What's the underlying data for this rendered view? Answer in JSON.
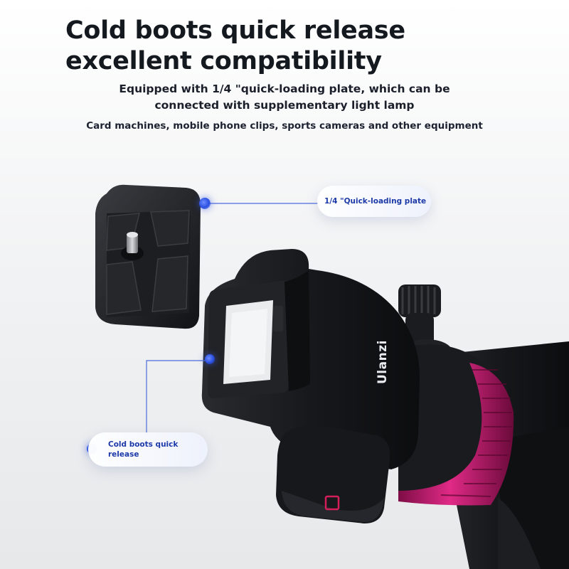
{
  "title": "Cold boots quick release excellent compatibility",
  "subtitle": {
    "line1": "Equipped with 1/4 \"quick-loading plate, which can be",
    "line2": "connected with supplementary light lamp"
  },
  "subline": "Card machines, mobile phone clips, sports cameras and other equipment",
  "callouts": {
    "plate": "1/4 \"Quick-loading plate",
    "coldshoe": "Cold boots quick release"
  },
  "brand": "Ulanzi",
  "colors": {
    "accent_blue": "#2a4fe0",
    "label_blue": "#1d3aa8",
    "ring_magenta": "#c8186f",
    "body_black": "#1b1c1f"
  }
}
